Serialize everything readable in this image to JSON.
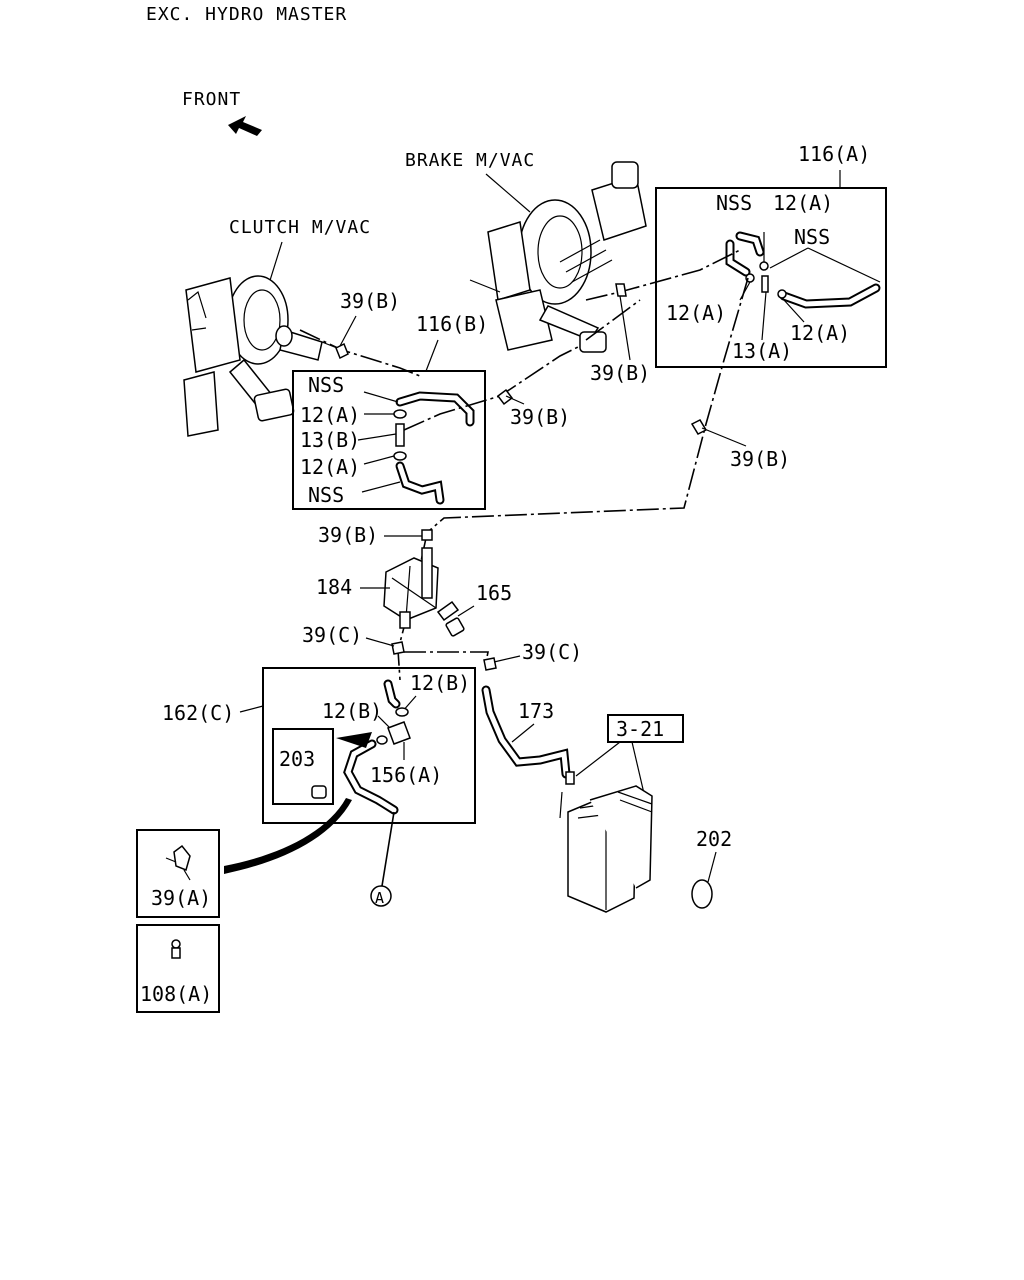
{
  "header": {
    "title": "EXC. HYDRO MASTER"
  },
  "orientation": {
    "front_label": "FRONT"
  },
  "components": {
    "brake_mvac": "BRAKE M/VAC",
    "clutch_mvac": "CLUTCH M/VAC"
  },
  "group_116a": {
    "ref": "116(A)",
    "nss_1": "NSS",
    "clamp_1": "12(A)",
    "nss_2": "NSS",
    "clamp_2": "12(A)",
    "clamp_3": "12(A)",
    "joint": "13(A)"
  },
  "group_116b": {
    "ref": "116(B)",
    "nss_1": "NSS",
    "clamp_1": "12(A)",
    "joint": "13(B)",
    "clamp_2": "12(A)",
    "nss_2": "NSS"
  },
  "group_162c": {
    "ref": "162(C)",
    "clamp_1": "12(B)",
    "clamp_2": "12(B)",
    "valve": "156(A)",
    "sub_part": "203"
  },
  "callouts": {
    "clip_b_1": "39(B)",
    "clip_b_2": "39(B)",
    "clip_b_3": "39(B)",
    "clip_b_4": "39(B)",
    "clip_b_5": "39(B)",
    "clip_c_1": "39(C)",
    "clip_c_2": "39(C)",
    "part_184": "184",
    "part_165": "165",
    "part_173": "173",
    "ref_3_21": "3-21",
    "part_202": "202",
    "connector_a": "A"
  },
  "detail_boxes": {
    "clip_a": "39(A)",
    "bolt_a": "108(A)"
  }
}
